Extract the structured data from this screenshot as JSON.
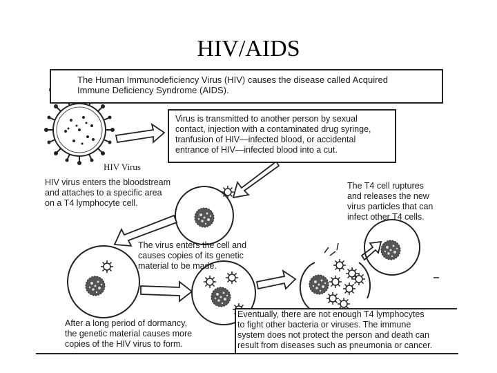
{
  "slide": {
    "title": "HIV/AIDS"
  },
  "intro_box": {
    "line1": "The Human Immunodeficiency Virus (HIV) causes the disease called Acquired",
    "line2": "Immune Deficiency Syndrome (AIDS)."
  },
  "transmission_box": {
    "line1": "Virus is transmitted to another person by sexual",
    "line2": "contact, injection with a contaminated drug syringe,",
    "line3": "tranfusion of HIV—infected blood, or accidental",
    "line4": "entrance of HIV—infected blood into a cut."
  },
  "virus_label": "HIV Virus",
  "enter_text": {
    "line1": "HIV virus enters the bloodstream",
    "line2": "and attaches to a specific area",
    "line3": "on a T4 lymphocyte cell."
  },
  "rupture_text": {
    "line1": "The T4 cell ruptures",
    "line2": "and releases the new",
    "line3": "virus particles that can",
    "line4": "infect other T4 cells."
  },
  "copies_text": {
    "line1": "The virus enters the cell and",
    "line2": "causes copies of its genetic",
    "line3": "material to be made."
  },
  "dormancy_text": {
    "line1": "After a long period of dormancy,",
    "line2": "the genetic material causes more",
    "line3": "copies of the HIV virus to form."
  },
  "eventually_text": {
    "line1": "Eventually, there are not enough T4 lymphocytes",
    "line2": "to fight other bacteria or viruses. The immune",
    "line3": "system does not protect the person and death can",
    "line4": "result from diseases such as pneumonia or cancer."
  }
}
